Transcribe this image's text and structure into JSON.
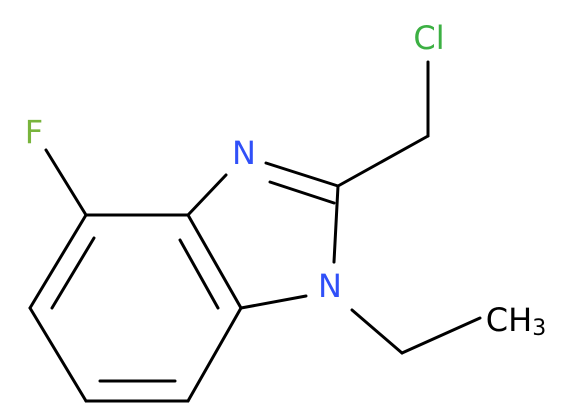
{
  "molecule": {
    "atoms": {
      "cl": {
        "text": "Cl",
        "color": "#3cb043"
      },
      "f": {
        "text": "F",
        "color": "#78b43c"
      },
      "n_top": {
        "text": "N",
        "color": "#3050f8"
      },
      "n_bottom": {
        "text": "N",
        "color": "#3050f8"
      },
      "ch3": {
        "text": "CH",
        "subscript": "3",
        "color": "#000000"
      }
    }
  }
}
